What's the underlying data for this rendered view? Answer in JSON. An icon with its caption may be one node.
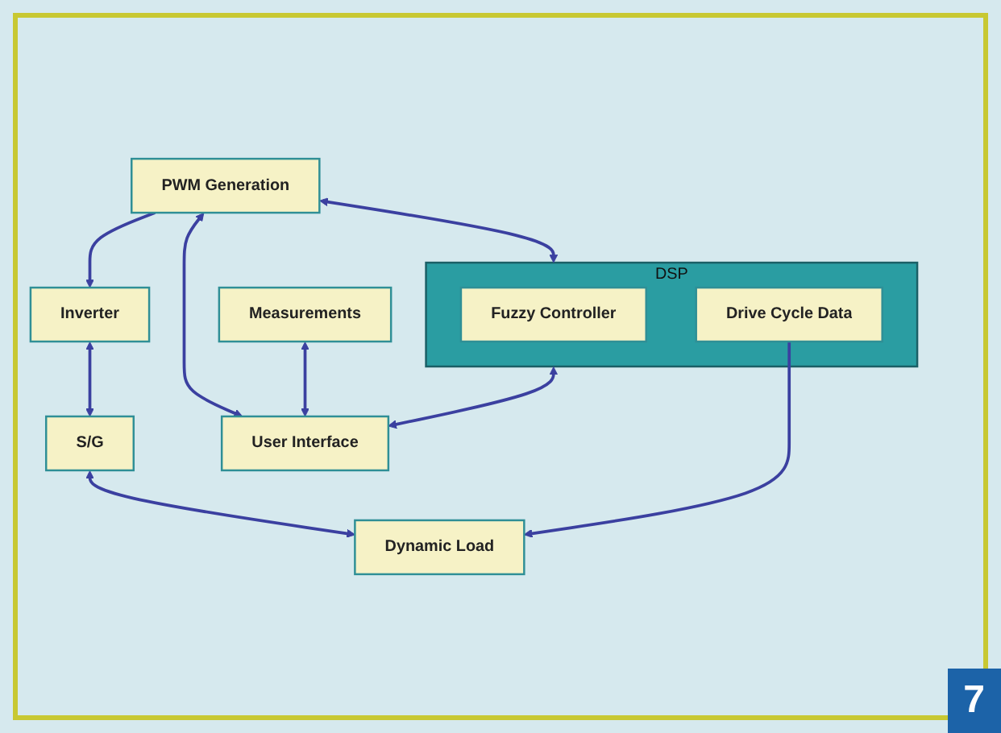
{
  "diagram": {
    "nodes": [
      {
        "text": [
          "Inverter"
        ]
      },
      {
        "text": [
          "S/G"
        ]
      },
      {
        "text": [
          "Dynamic Load"
        ]
      },
      {
        "text": [
          "DSP"
        ]
      },
      {
        "text": [
          "Fuzzy Controller"
        ],
        "in": 3
      },
      {
        "text": [
          "Drive Cycle Data"
        ],
        "in": 3
      },
      {
        "text": [
          "PWM Generation"
        ]
      },
      {
        "text": [
          "Measurements"
        ]
      },
      {
        "text": [
          "User Interface"
        ]
      }
    ],
    "edges": [
      {
        "from": 0,
        "to": 1,
        "arrow": "both"
      },
      {
        "from": 1,
        "to": 2,
        "arrow": "both"
      },
      {
        "from": 6,
        "to": 0,
        "arrow": "to"
      },
      {
        "from": 5,
        "to": 2,
        "arrow": "to"
      },
      {
        "from": 6,
        "to": 3,
        "arrow": "both"
      },
      {
        "from": 3,
        "to": 8,
        "arrow": "both"
      },
      {
        "from": 6,
        "to": 8,
        "arrow": "both"
      },
      {
        "from": 7,
        "to": 8,
        "arrow": "both"
      }
    ],
    "labels": [
      "7"
    ]
  }
}
